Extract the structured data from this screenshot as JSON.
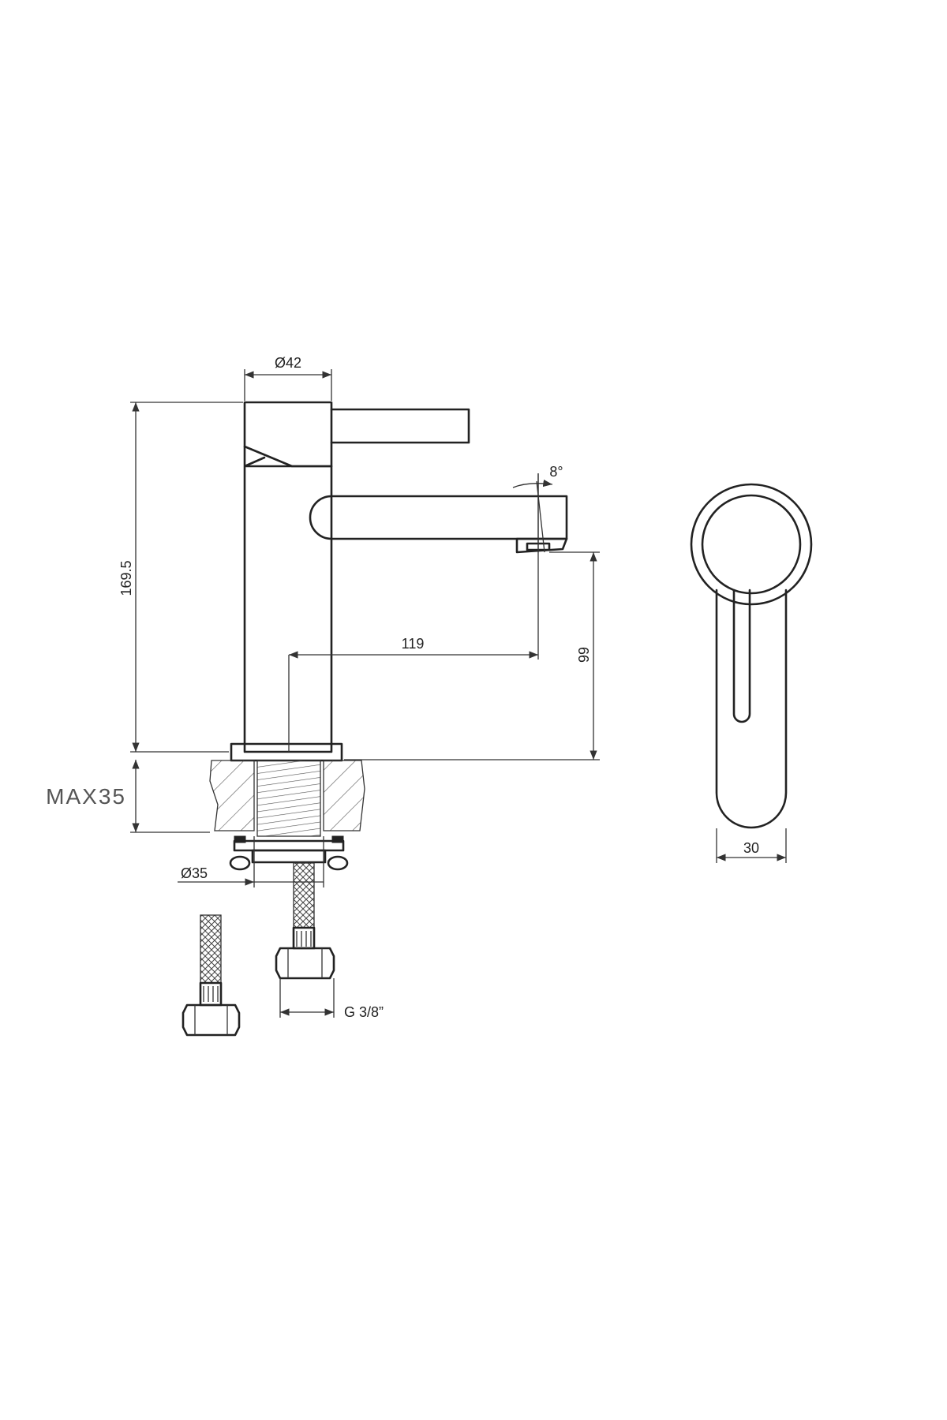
{
  "drawing": {
    "dimensions": {
      "body_diameter": "Ø42",
      "spout_angle": "8°",
      "total_height": "169.5",
      "spout_reach": "119",
      "spout_height": "99",
      "max_deck_thickness": "MAX35",
      "hole_diameter": "Ø35",
      "hose_thread": "G 3/8”",
      "handle_width": "30"
    },
    "colors": {
      "line": "#222222",
      "background": "#ffffff"
    }
  }
}
